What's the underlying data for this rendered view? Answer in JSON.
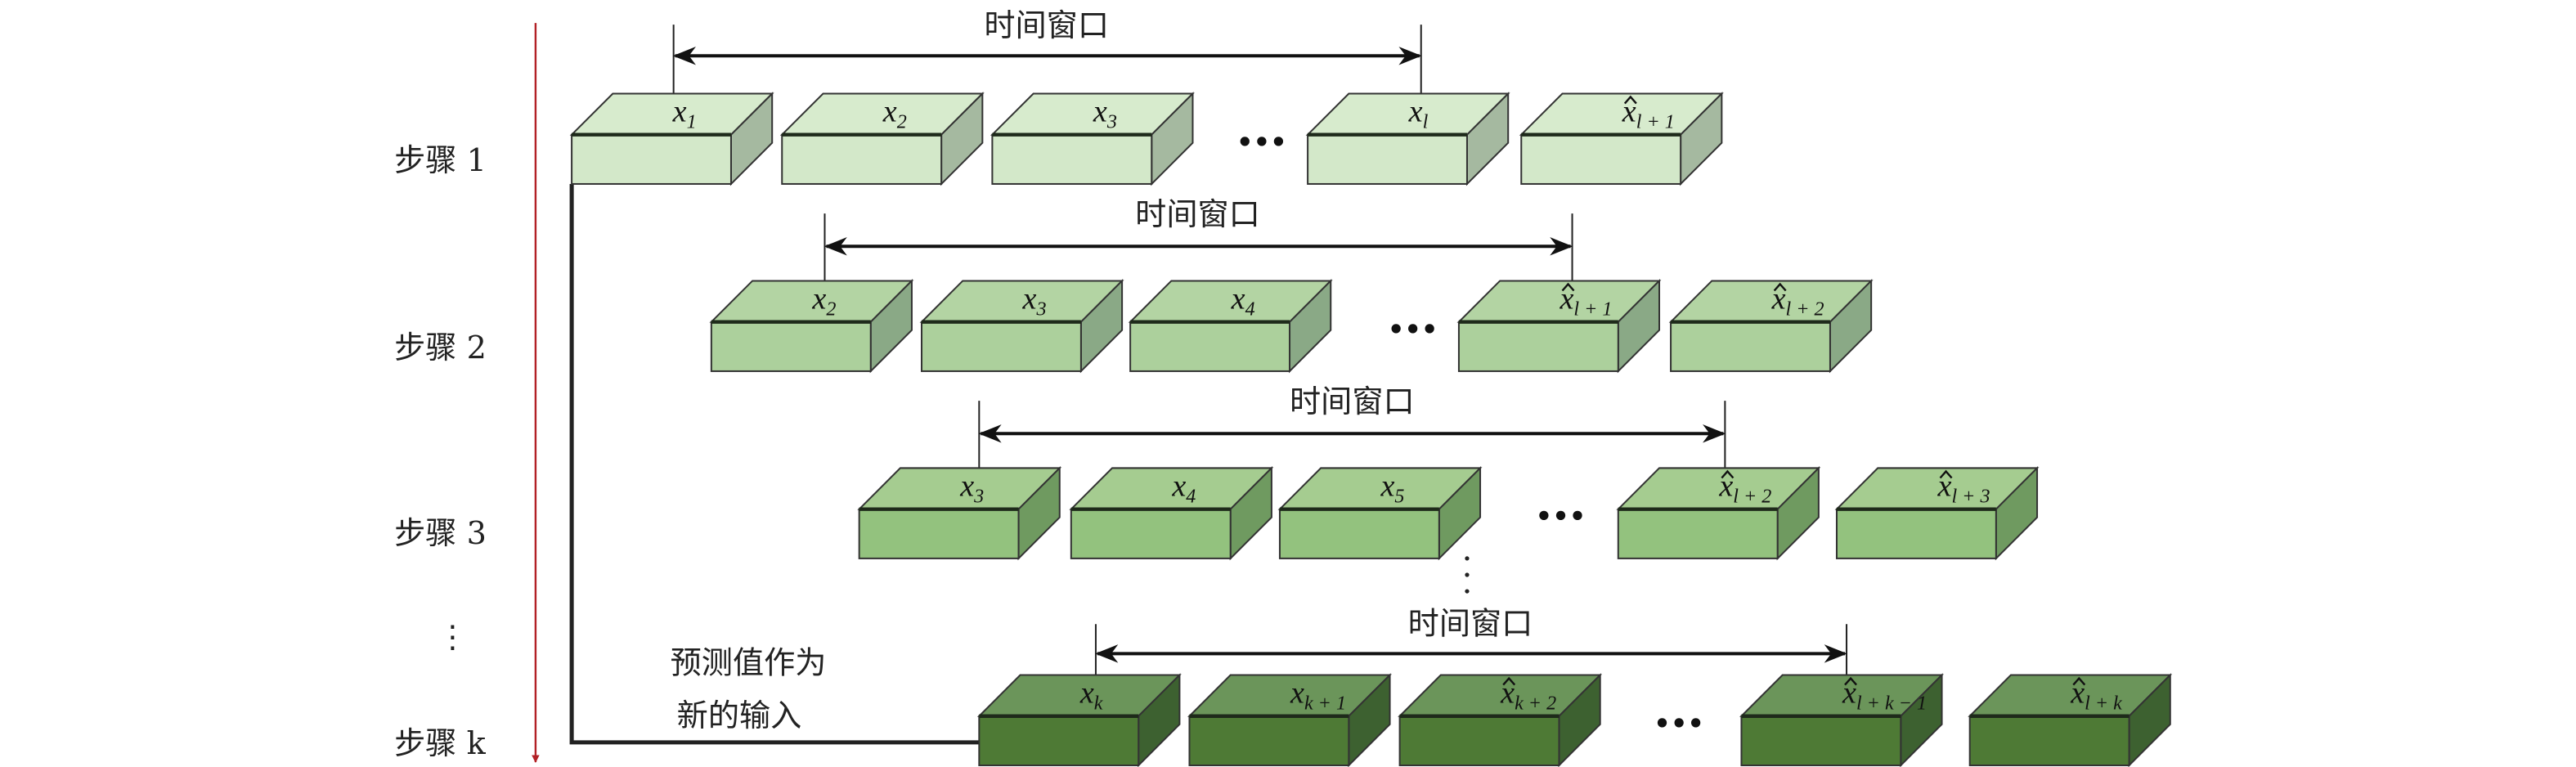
{
  "window_label": "时间窗口",
  "steps": [
    {
      "label": "步骤 1"
    },
    {
      "label": "步骤 2"
    },
    {
      "label": "步骤 3"
    },
    {
      "label": "⋮"
    },
    {
      "label": "步骤 k"
    }
  ],
  "feedback_note": [
    "预测值作为",
    "新的输入"
  ],
  "ellipsis": "•••",
  "colors": {
    "step_axis": "#b22025",
    "rows": [
      {
        "front": "#d3e8c9",
        "top": "#d7ebcd",
        "side": "#a5b9a0"
      },
      {
        "front": "#acd09c",
        "top": "#b3d4a3",
        "side": "#8aa986"
      },
      {
        "front": "#93c27e",
        "top": "#a5cc90",
        "side": "#6f9a60"
      },
      {
        "front": "#4e7a35",
        "top": "#6b955a",
        "side": "#3d6130"
      }
    ]
  },
  "rows": [
    {
      "blocks": [
        {
          "base": "x",
          "sub": "1",
          "hat": false
        },
        {
          "base": "x",
          "sub": "2",
          "hat": false
        },
        {
          "base": "x",
          "sub": "3",
          "hat": false
        },
        {
          "base": "x",
          "sub": "l",
          "hat": false
        },
        {
          "base": "x",
          "sub": "l + 1",
          "hat": true
        }
      ]
    },
    {
      "blocks": [
        {
          "base": "x",
          "sub": "2",
          "hat": false
        },
        {
          "base": "x",
          "sub": "3",
          "hat": false
        },
        {
          "base": "x",
          "sub": "4",
          "hat": false
        },
        {
          "base": "x",
          "sub": "l + 1",
          "hat": true
        },
        {
          "base": "x",
          "sub": "l + 2",
          "hat": true
        }
      ]
    },
    {
      "blocks": [
        {
          "base": "x",
          "sub": "3",
          "hat": false
        },
        {
          "base": "x",
          "sub": "4",
          "hat": false
        },
        {
          "base": "x",
          "sub": "5",
          "hat": false
        },
        {
          "base": "x",
          "sub": "l + 2",
          "hat": true
        },
        {
          "base": "x",
          "sub": "l + 3",
          "hat": true
        }
      ]
    },
    {
      "blocks": [
        {
          "base": "x",
          "sub": "k",
          "hat": false
        },
        {
          "base": "x",
          "sub": "k + 1",
          "hat": false
        },
        {
          "base": "x",
          "sub": "k + 2",
          "hat": true
        },
        {
          "base": "x",
          "sub": "l + k − 1",
          "hat": true
        },
        {
          "base": "x",
          "sub": "l + k",
          "hat": true
        }
      ]
    }
  ]
}
